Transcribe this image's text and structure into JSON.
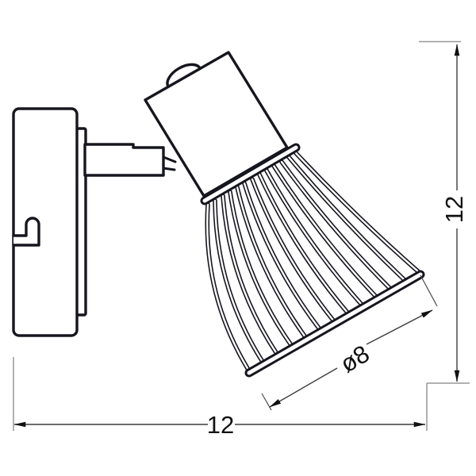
{
  "diagram": {
    "description": "technical dimension drawing of a wall-mounted spotlight",
    "dimensions": {
      "width": {
        "label": "12"
      },
      "height": {
        "label": "12"
      },
      "shade_diameter": {
        "label": "ø8"
      }
    },
    "colors": {
      "outline": "#16161f",
      "dimension_line": "#3d3d3d",
      "extension_line": "#979797",
      "arrow": "#111111",
      "text": "#111111",
      "background": "#ffffff"
    }
  }
}
